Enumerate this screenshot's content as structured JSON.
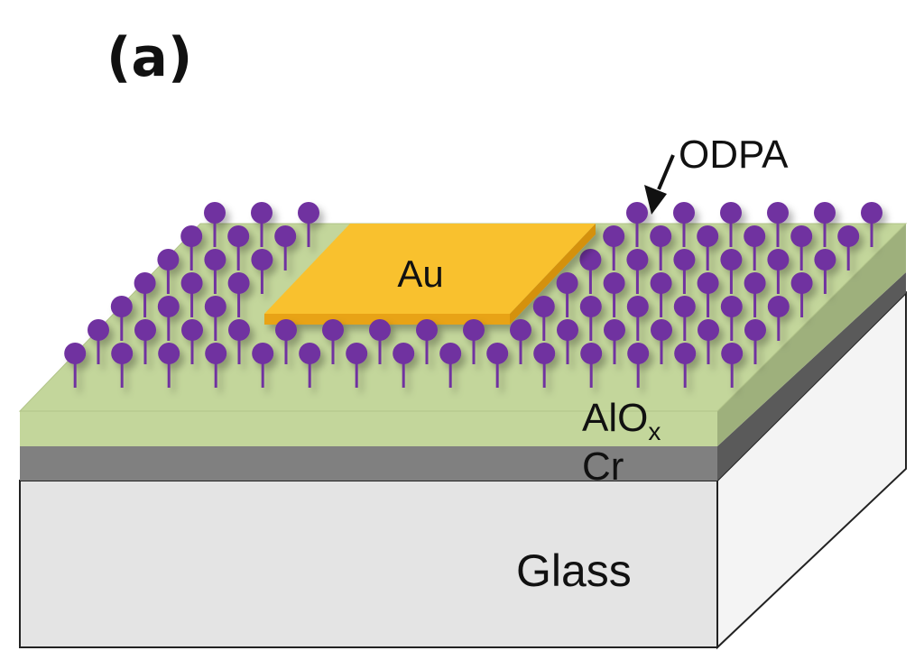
{
  "panel_label": "(a)",
  "labels": {
    "odpa": "ODPA",
    "au": "Au",
    "aloxBase": "AlO",
    "aloxSub": "x",
    "cr": "Cr",
    "glass": "Glass"
  },
  "colors": {
    "molecule": "#7030a0",
    "alox_top": "#c3d69b",
    "alox_side": "#9eb07c",
    "cr_front": "#808080",
    "cr_side": "#5a5a5a",
    "glass_front": "#e4e4e4",
    "glass_side": "#f4f4f4",
    "au_top": "#f9c12e",
    "au_edge": "#e8a317"
  },
  "icons": {
    "odpa_pointer": "arrow-icon",
    "molecule": "lollipop-molecule-icon"
  }
}
